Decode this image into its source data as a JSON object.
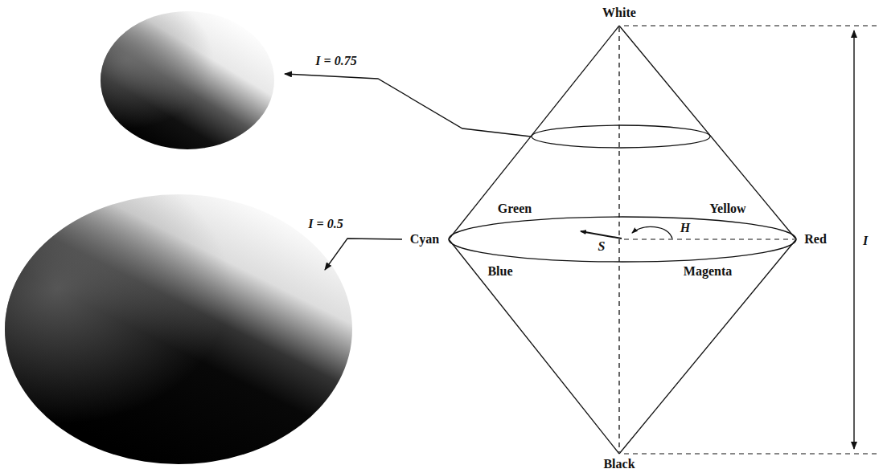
{
  "diagram": {
    "labels": [
      "White",
      "I = 0.75",
      "I",
      "I = 0.5",
      "Cyan",
      "Green",
      "Yellow",
      "Red",
      "S",
      "H",
      "Blue",
      "Magenta",
      "Black"
    ]
  }
}
